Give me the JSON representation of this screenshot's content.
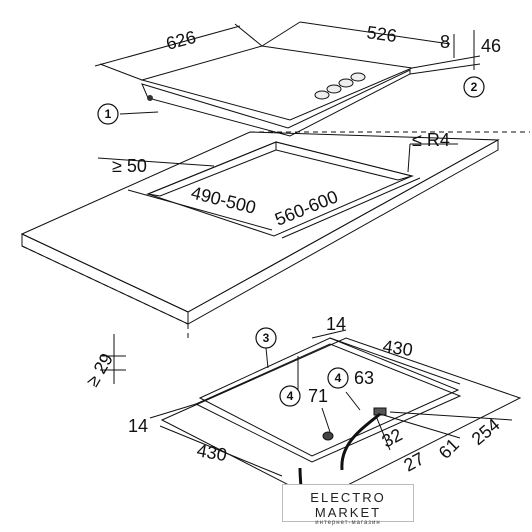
{
  "dimensions": {
    "hob_width": "626",
    "hob_depth": "526",
    "hob_glass_height": "8",
    "hob_total_height": "46",
    "min_rear_clearance": "≥ 50",
    "corner_radius": "≤ R4",
    "cutout_width": "560-600",
    "cutout_depth": "490-500",
    "min_worktop_thickness": "≥ 29",
    "under_top_offset": "14",
    "under_top_width": "430",
    "under_left_offset": "14",
    "under_left_width": "430",
    "gas_connection_offset": "63",
    "electric_connection_offset": "71",
    "bottom_32": "32",
    "bottom_27": "27",
    "bottom_61": "61",
    "bottom_254": "254"
  },
  "markers": [
    "1",
    "2",
    "3",
    "4",
    "4"
  ],
  "logo": {
    "main": "ELECTRO MARKET",
    "sub": "интернет-магазин"
  },
  "colors": {
    "line": "#111111",
    "hob_glass_light": "#d8d8d8",
    "hob_glass_dark": "#7a7a7a",
    "worktop_fill": "#ffffff",
    "worktop_edge": "#e6e6e6"
  }
}
